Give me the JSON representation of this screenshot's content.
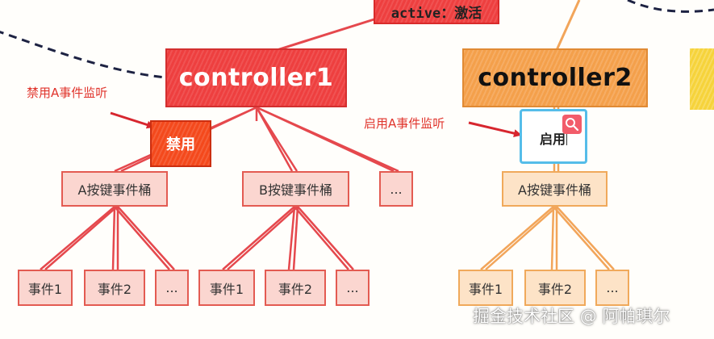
{
  "colors": {
    "red": "#ee3f3f",
    "red_line": "#e5484d",
    "orange": "#f4a04b",
    "orange_line": "#f2a55a",
    "red_light": "#fbd6d0",
    "orange_light": "#fde3c7",
    "annotation": "#e0342c",
    "selection": "#55bde9",
    "yellow": "#f6d33b"
  },
  "top_node": {
    "label": "active：激活"
  },
  "controller1": {
    "label": "controller1",
    "annotation": "禁用A事件监听",
    "button": "禁用",
    "buckets": [
      {
        "label": "A按键事件桶",
        "leaves": [
          "事件1",
          "事件2",
          "..."
        ]
      },
      {
        "label": "B按键事件桶",
        "leaves": [
          "事件1",
          "事件2",
          "..."
        ]
      },
      {
        "label": "..."
      }
    ]
  },
  "controller2": {
    "label": "controller2",
    "annotation": "启用A事件监听",
    "button": "启用",
    "buckets": [
      {
        "label": "A按键事件桶",
        "leaves": [
          "事件1",
          "事件2",
          "..."
        ]
      }
    ]
  },
  "watermark": "掘金技术社区 @ 阿帕琪尔"
}
